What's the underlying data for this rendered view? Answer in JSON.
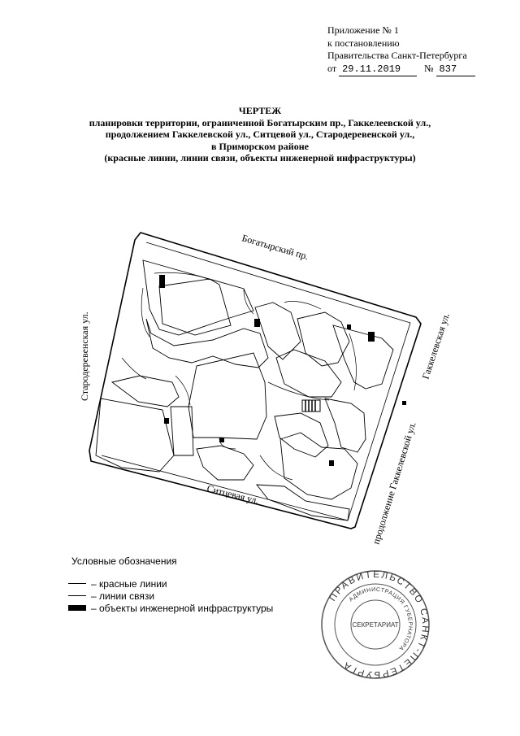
{
  "annex": {
    "line1": "Приложение № 1",
    "line2": "к постановлению",
    "line3": "Правительства Санкт-Петербурга",
    "date_prefix": "от",
    "date": "29.11.2019",
    "number_prefix": "№",
    "number": "837"
  },
  "title": {
    "line1": "ЧЕРТЕЖ",
    "line2": "планировки территории, ограниченной Богатырским пр., Гаккелеевской ул.,",
    "line3": "продолжением Гаккелевской ул., Ситцевой ул., Стародеревенской ул.,",
    "line4": "в Приморском районе",
    "line5": "(красные линии, линии связи, объекты инженерной инфраструктуры)"
  },
  "streets": {
    "bogatyrsky": "Богатырский пр.",
    "gakkelevskaya": "Гаккелевская ул.",
    "staroderevenskaya": "Стародеревенская ул.",
    "sittsevaya": "Ситцевая ул.",
    "gakkelevskaya_ext": "продолжение Гаккелевской ул."
  },
  "legend": {
    "title": "Условные обозначения",
    "red_lines": "– красные линии",
    "comm_lines": "– линии связи",
    "objects": "– объекты инженерной инфраструктуры"
  },
  "stamp": {
    "outer": "ПРАВИТЕЛЬСТВО САНКТ-ПЕТЕРБУРГА",
    "inner": "АДМИНИСТРАЦИЯ ГУБЕРНАТОРА",
    "center": "СЕКРЕТАРИАТ"
  }
}
